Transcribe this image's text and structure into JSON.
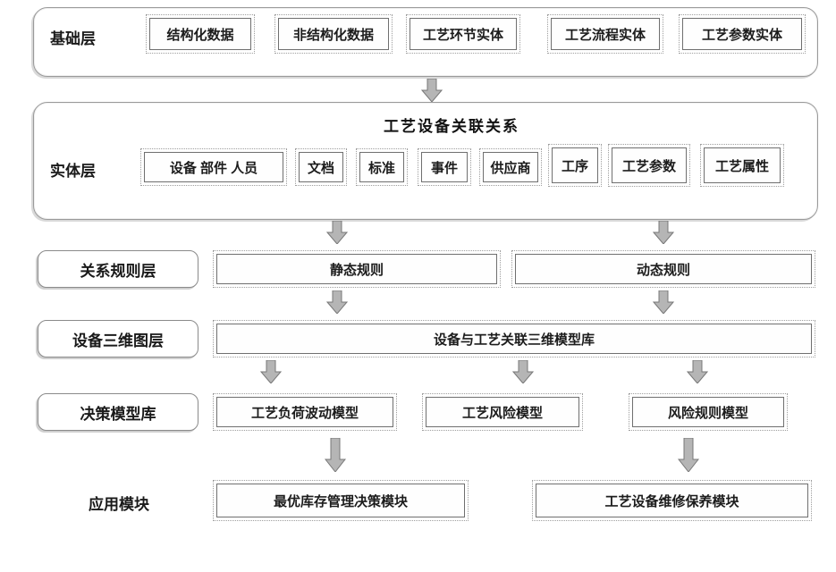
{
  "diagram": {
    "layers": [
      {
        "label": "基础层",
        "boxes": [
          "结构化数据",
          "非结构化数据",
          "工艺环节实体",
          "工艺流程实体",
          "工艺参数实体"
        ]
      },
      {
        "label": "实体层",
        "title": "工艺设备关联关系",
        "boxes": [
          "设备 部件 人员",
          "文档",
          "标准",
          "事件",
          "供应商",
          "工序",
          "工艺参数",
          "工艺属性"
        ]
      },
      {
        "label": "关系规则层",
        "boxes": [
          "静态规则",
          "动态规则"
        ]
      },
      {
        "label": "设备三维图层",
        "boxes": [
          "设备与工艺关联三维模型库"
        ]
      },
      {
        "label": "决策模型库",
        "boxes": [
          "工艺负荷波动模型",
          "工艺风险模型",
          "风险规则模型"
        ]
      },
      {
        "label": "应用模块",
        "boxes": [
          "最优库存管理决策模块",
          "工艺设备维修保养模块"
        ]
      }
    ],
    "colors": {
      "box_border": "#6f6f6f",
      "container_border": "#9a9a9a",
      "arrow_fill": "#b5b5b5",
      "arrow_stroke": "#787878",
      "text": "#1a1a1a"
    }
  }
}
